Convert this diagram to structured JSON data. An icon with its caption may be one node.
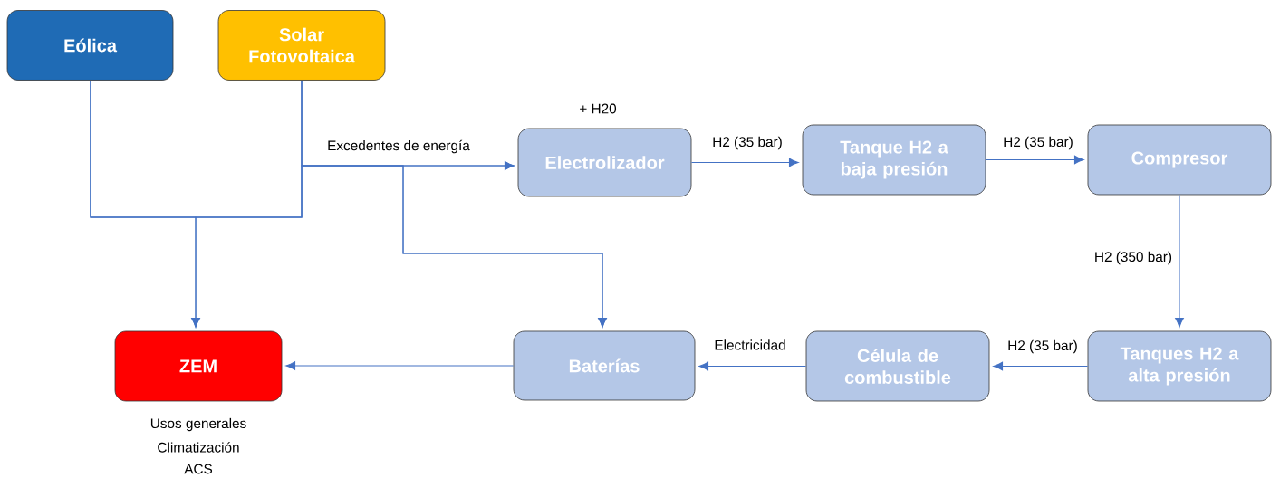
{
  "diagram": {
    "nodes": [
      {
        "text": [
          "Eólica"
        ]
      },
      {
        "text": [
          "Solar Fotovoltaica"
        ]
      },
      {
        "text": [
          "Electrolizador"
        ],
        "beside": [
          "+ H20"
        ]
      },
      {
        "text": [
          "Tanque H2 a baja presión"
        ]
      },
      {
        "text": [
          "Compresor"
        ]
      },
      {
        "text": [
          "ZEM"
        ],
        "beside": [
          "Usos generales",
          "Climatización",
          "ACS"
        ]
      },
      {
        "text": [
          "Baterías"
        ]
      },
      {
        "text": [
          "Célula de combustible"
        ]
      },
      {
        "text": [
          "Tanques H2 a alta presión"
        ]
      }
    ],
    "edges": [
      {
        "from": 0,
        "to": 5,
        "arrow": "to"
      },
      {
        "from": 1,
        "to": 5,
        "arrow": "to"
      },
      {
        "from": 0,
        "to": 2,
        "arrow": "to"
      },
      {
        "from": 1,
        "to": 2,
        "arrow": "to",
        "label": "Excedentes de energía"
      },
      {
        "from": 0,
        "to": 6,
        "arrow": "to"
      },
      {
        "from": 1,
        "to": 6,
        "arrow": "to"
      },
      {
        "from": 2,
        "to": 3,
        "arrow": "to",
        "label": "H2 (35 bar)"
      },
      {
        "from": 3,
        "to": 4,
        "arrow": "to",
        "label": "H2 (35 bar)"
      },
      {
        "from": 4,
        "to": 8,
        "arrow": "to",
        "label": "H2 (350 bar)"
      },
      {
        "from": 8,
        "to": 7,
        "arrow": "to",
        "label": "H2 (35 bar)"
      },
      {
        "from": 7,
        "to": 6,
        "arrow": "to",
        "label": "Electricidad"
      },
      {
        "from": 6,
        "to": 5,
        "arrow": "to"
      }
    ]
  }
}
